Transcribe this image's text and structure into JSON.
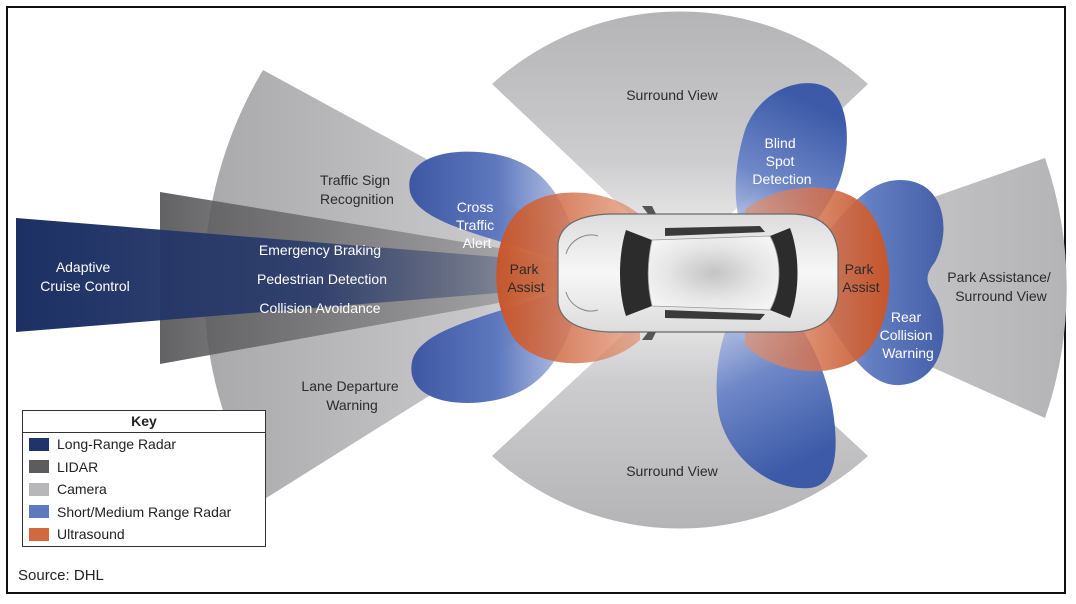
{
  "labels": {
    "adaptive_cruise_control": [
      "Adaptive",
      "Cruise Control"
    ],
    "emergency_braking": "Emergency Braking",
    "pedestrian_detection": "Pedestrian Detection",
    "collision_avoidance": "Collision Avoidance",
    "traffic_sign_recognition": [
      "Traffic Sign",
      "Recognition"
    ],
    "lane_departure_warning": [
      "Lane Departure",
      "Warning"
    ],
    "cross_traffic_alert": [
      "Cross",
      "Traffic",
      "Alert"
    ],
    "park_assist_front": [
      "Park",
      "Assist"
    ],
    "park_assist_rear": [
      "Park",
      "Assist"
    ],
    "surround_view_top": "Surround View",
    "surround_view_bottom": "Surround View",
    "blind_spot_detection": [
      "Blind",
      "Spot",
      "Detection"
    ],
    "rear_collision_warning": [
      "Rear",
      "Collision",
      "Warning"
    ],
    "park_assistance_surround_view": [
      "Park Assistance/",
      "Surround View"
    ]
  },
  "key": {
    "title": "Key",
    "items": [
      {
        "label": "Long-Range Radar",
        "color": "#1f3468"
      },
      {
        "label": "LIDAR",
        "color": "#5c5c5e"
      },
      {
        "label": "Camera",
        "color": "#b7b7b9"
      },
      {
        "label": "Short/Medium Range Radar",
        "color": "#5f79bf"
      },
      {
        "label": "Ultrasound",
        "color": "#d2683d"
      }
    ]
  },
  "source": "Source: DHL"
}
